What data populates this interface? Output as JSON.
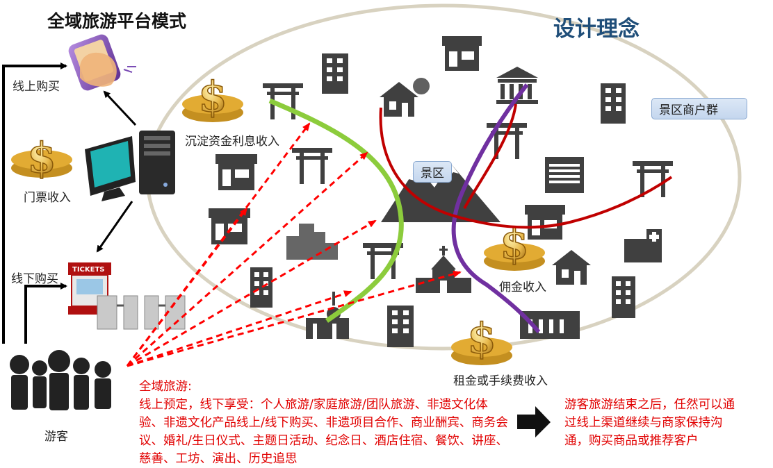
{
  "title": "全域旅游平台模式",
  "design_concept": "设计理念",
  "labels": {
    "online_buy": "线上购买",
    "offline_buy": "线下购买",
    "ticket_income": "门票收入",
    "interest_income": "沉淀资金利息收入",
    "commission_income": "佣金收入",
    "rent_income": "租金或手续费收入",
    "tourist": "游客",
    "scenic_spot": "景区",
    "merchant_group": "景区商户群",
    "ticket_sign": "TICKETS"
  },
  "bottom_text": {
    "heading": "全域旅游:",
    "body": "线上预定，线下享受：个人旅游/家庭旅游/团队旅游、非遗文化体验、非遗文化产品线上/线下购买、非遗项目合作、商业酬宾、商务会议、婚礼/生日仪式、主题日活动、纪念日、酒店住宿、餐饮、讲座、慈善、工坊、演出、历史追思"
  },
  "after_text": "游客旅游结束之后，任然可以通过线上渠道继续与商家保持沟通，购买商品或推荐客户",
  "colors": {
    "ellipse": "#d8d2c0",
    "green_path": "#8ccc3c",
    "purple_path": "#7030a0",
    "red_path": "#c00000",
    "dashed": "#ff0000",
    "icons": "#404040",
    "red_text": "#e10000",
    "title_blue": "#1f4e79"
  }
}
